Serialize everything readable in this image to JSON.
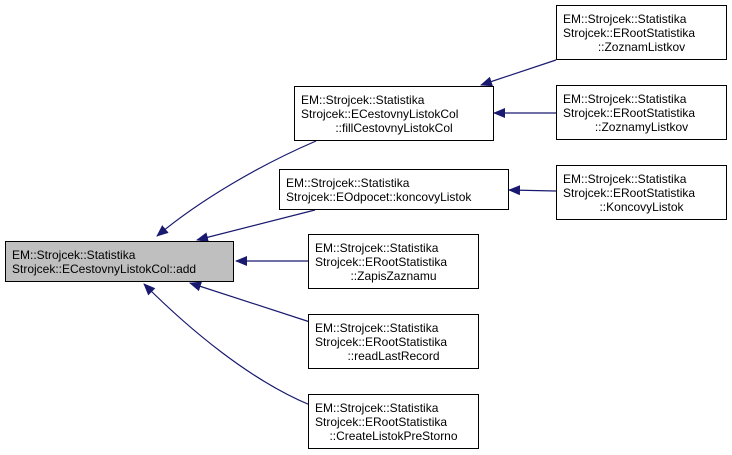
{
  "colors": {
    "edge": "#191970",
    "root_fill": "#bfbfbf",
    "node_fill": "#ffffff"
  },
  "nodes": {
    "add": {
      "l1": "EM::Strojcek::Statistika",
      "l2": "Strojcek::ECestovnyListokCol::add"
    },
    "fill": {
      "l1": "EM::Strojcek::Statistika",
      "l2": "Strojcek::ECestovnyListokCol",
      "l3": "::fillCestovnyListokCol"
    },
    "odpocet": {
      "l1": "EM::Strojcek::Statistika",
      "l2": "Strojcek::EOdpocet::koncovyListok"
    },
    "zapis": {
      "l1": "EM::Strojcek::Statistika",
      "l2": "Strojcek::ERootStatistika",
      "l3": "::ZapisZaznamu"
    },
    "readlast": {
      "l1": "EM::Strojcek::Statistika",
      "l2": "Strojcek::ERootStatistika",
      "l3": "::readLastRecord"
    },
    "create": {
      "l1": "EM::Strojcek::Statistika",
      "l2": "Strojcek::ERootStatistika",
      "l3": "::CreateListokPreStorno"
    },
    "zoznam": {
      "l1": "EM::Strojcek::Statistika",
      "l2": "Strojcek::ERootStatistika",
      "l3": "::ZoznamListkov"
    },
    "zoznamy": {
      "l1": "EM::Strojcek::Statistika",
      "l2": "Strojcek::ERootStatistika",
      "l3": "::ZoznamyListkov"
    },
    "koncovy": {
      "l1": "EM::Strojcek::Statistika",
      "l2": "Strojcek::ERootStatistika",
      "l3": "::KoncovyListok"
    }
  }
}
